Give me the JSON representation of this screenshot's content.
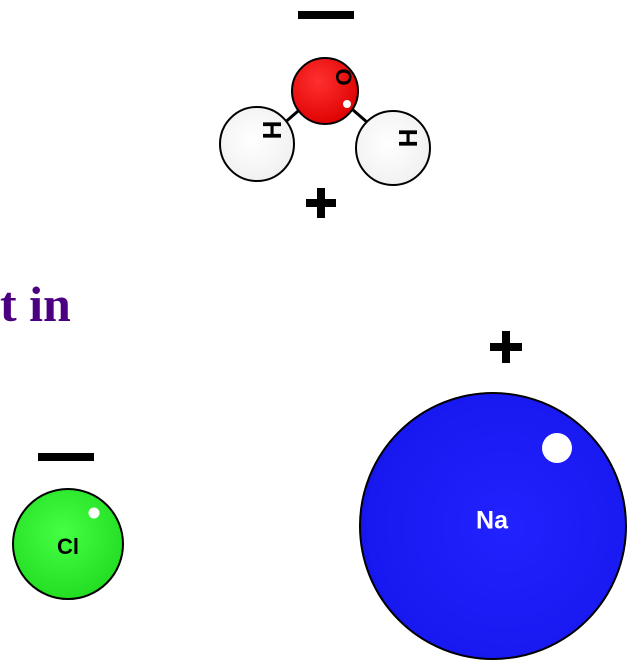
{
  "heading": {
    "text": "t in",
    "color": "#4b0082"
  },
  "water_molecule": {
    "oxygen_label": "O",
    "hydrogen_left_label": "H",
    "hydrogen_right_label": "H",
    "top_charge": "−",
    "bottom_charge": "+",
    "oxygen_color": "#ff0000",
    "hydrogen_color": "#f2f2f2"
  },
  "chloride_ion": {
    "label": "Cl",
    "charge": "−",
    "color": "#22ee22"
  },
  "sodium_ion": {
    "label": "Na",
    "charge": "+",
    "color": "#1a1aee"
  }
}
